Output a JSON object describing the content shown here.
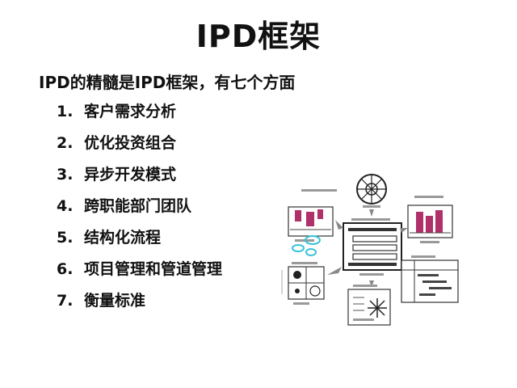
{
  "slide": {
    "title": "IPD框架",
    "subtitle": "IPD的精髓是IPD框架，有七个方面",
    "items": [
      {
        "num": "1.",
        "text": "客户需求分析"
      },
      {
        "num": "2.",
        "text": "优化投资组合"
      },
      {
        "num": "3.",
        "text": "异步开发模式"
      },
      {
        "num": "4.",
        "text": "跨职能部门团队"
      },
      {
        "num": "5.",
        "text": "结构化流程"
      },
      {
        "num": "6.",
        "text": "项目管理和管道管理"
      },
      {
        "num": "7.",
        "text": "衡量标准"
      }
    ]
  },
  "colors": {
    "text": "#111111",
    "diagram_accent": "#b0306a",
    "diagram_cyan": "#36c3d8"
  }
}
